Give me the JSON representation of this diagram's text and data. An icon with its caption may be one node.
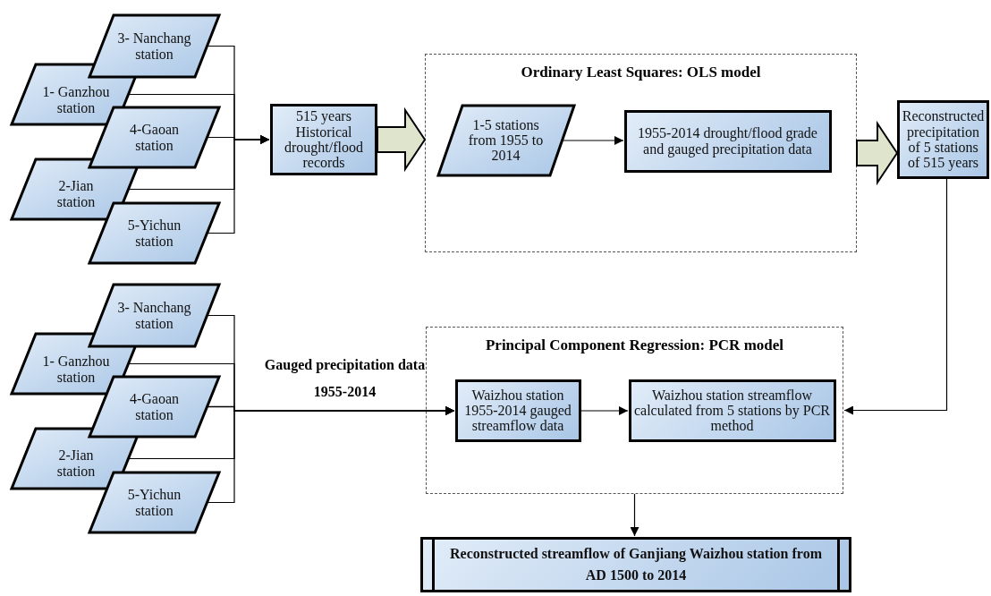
{
  "diagram": {
    "nodes": [
      {
        "text": [
          "3- Nanchang station"
        ]
      },
      {
        "text": [
          "1- Ganzhou station"
        ]
      },
      {
        "text": [
          "4-Gaoan station"
        ]
      },
      {
        "text": [
          "2-Jian station"
        ]
      },
      {
        "text": [
          "5-Yichun station"
        ]
      },
      {
        "text": [
          "515 years Historical drought/flood records"
        ]
      },
      {
        "text": [
          "Ordinary Least Squares: OLS model"
        ]
      },
      {
        "text": [
          "1-5 stations from 1955 to 2014"
        ],
        "in": 6
      },
      {
        "text": [
          "1955-2014 drought/flood grade and gauged precipitation data"
        ],
        "in": 6
      },
      {
        "text": [
          "Reconstructed precipitation of 5 stations of 515 years"
        ]
      },
      {
        "text": [
          "3- Nanchang station"
        ]
      },
      {
        "text": [
          "1- Ganzhou station"
        ]
      },
      {
        "text": [
          "4-Gaoan station"
        ]
      },
      {
        "text": [
          "2-Jian station"
        ]
      },
      {
        "text": [
          "5-Yichun station"
        ]
      },
      {
        "text": [
          "Principal Component Regression: PCR model"
        ]
      },
      {
        "text": [
          "Waizhou station 1955-2014 gauged streamflow data"
        ],
        "in": 15
      },
      {
        "text": [
          "Waizhou station streamflow calculated from 5 stations by PCR method"
        ],
        "in": 15
      },
      {
        "text": [
          "Reconstructed streamflow of  Ganjiang Waizhou station from AD 1500 to 2014"
        ]
      }
    ],
    "edges": [
      {
        "from": 0,
        "to": 5,
        "arrow": "to"
      },
      {
        "from": 1,
        "to": 5,
        "arrow": "to"
      },
      {
        "from": 2,
        "to": 5,
        "arrow": "to"
      },
      {
        "from": 3,
        "to": 5,
        "arrow": "to"
      },
      {
        "from": 4,
        "to": 5,
        "arrow": "to"
      },
      {
        "from": 5,
        "to": 6,
        "arrow": "to",
        "style": "thick",
        "color": "#dfe5cc"
      },
      {
        "from": 7,
        "to": 8,
        "arrow": "to"
      },
      {
        "from": 6,
        "to": 9,
        "arrow": "to",
        "style": "thick",
        "color": "#dfe5cc"
      },
      {
        "from": 10,
        "to": 16,
        "arrow": "to"
      },
      {
        "from": 11,
        "to": 16,
        "arrow": "to"
      },
      {
        "from": 12,
        "to": 16,
        "arrow": "to",
        "label": "Gauged precipitation data 1955-2014"
      },
      {
        "from": 13,
        "to": 16,
        "arrow": "to"
      },
      {
        "from": 14,
        "to": 16,
        "arrow": "to"
      },
      {
        "from": 16,
        "to": 17,
        "arrow": "to"
      },
      {
        "from": 9,
        "to": 15,
        "arrow": "to"
      },
      {
        "from": 15,
        "to": 18,
        "arrow": "to"
      }
    ]
  }
}
